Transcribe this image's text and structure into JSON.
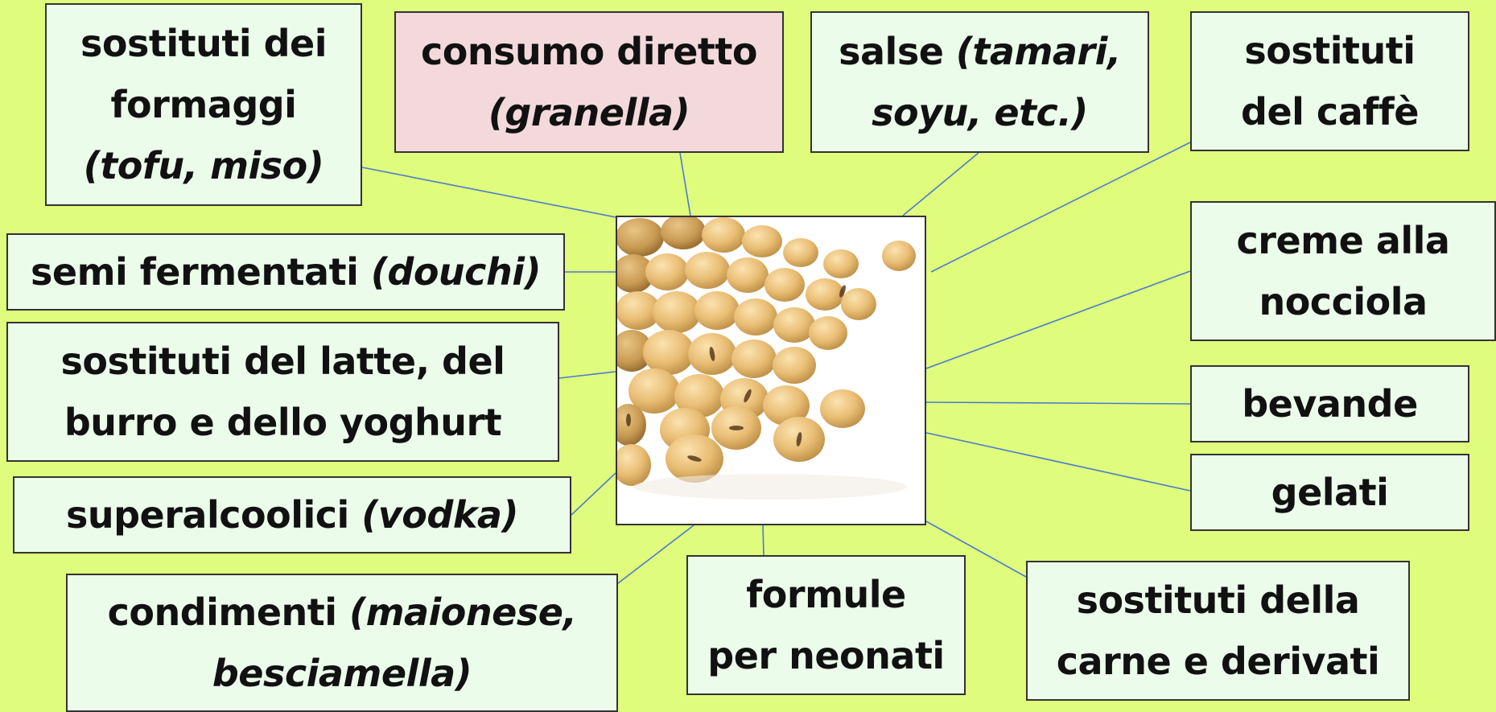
{
  "diagram": {
    "center_image": {
      "subject": "soybeans-photo"
    },
    "boxes": [
      {
        "id": "sostituti-formaggi",
        "lines": [
          {
            "text": "sostituti dei"
          },
          {
            "text": "formaggi"
          },
          {
            "text": "",
            "italic": "(tofu, miso)"
          }
        ]
      },
      {
        "id": "consumo-diretto",
        "lines": [
          {
            "text": "consumo diretto"
          },
          {
            "text": "",
            "italic": "(granella)"
          }
        ]
      },
      {
        "id": "salse",
        "lines": [
          {
            "text": "salse ",
            "italic": "(tamari,"
          },
          {
            "text": "",
            "italic": "soyu, etc.)"
          }
        ]
      },
      {
        "id": "sostituti-caffe",
        "lines": [
          {
            "text": "sostituti"
          },
          {
            "text": "del caffè"
          }
        ]
      },
      {
        "id": "semi-fermentati",
        "lines": [
          {
            "text": "semi fermentati ",
            "italic": "(douchi)"
          }
        ]
      },
      {
        "id": "creme-nocciola",
        "lines": [
          {
            "text": "creme alla"
          },
          {
            "text": "nocciola"
          }
        ]
      },
      {
        "id": "sostituti-latte",
        "lines": [
          {
            "text": "sostituti del latte, del"
          },
          {
            "text": "burro e dello yoghurt"
          }
        ]
      },
      {
        "id": "bevande",
        "lines": [
          {
            "text": "bevande"
          }
        ]
      },
      {
        "id": "gelati",
        "lines": [
          {
            "text": "gelati"
          }
        ]
      },
      {
        "id": "superalcoolici",
        "lines": [
          {
            "text": "superalcoolici ",
            "italic": "(vodka)"
          }
        ]
      },
      {
        "id": "condimenti",
        "lines": [
          {
            "text": "condimenti ",
            "italic": "(maionese,"
          },
          {
            "text": "",
            "italic": "besciamella)"
          }
        ]
      },
      {
        "id": "formule-neonati",
        "lines": [
          {
            "text": "formule"
          },
          {
            "text": "per neonati"
          }
        ]
      },
      {
        "id": "sostituti-carne",
        "lines": [
          {
            "text": "sostituti della"
          },
          {
            "text": "carne e derivati"
          }
        ]
      }
    ]
  }
}
